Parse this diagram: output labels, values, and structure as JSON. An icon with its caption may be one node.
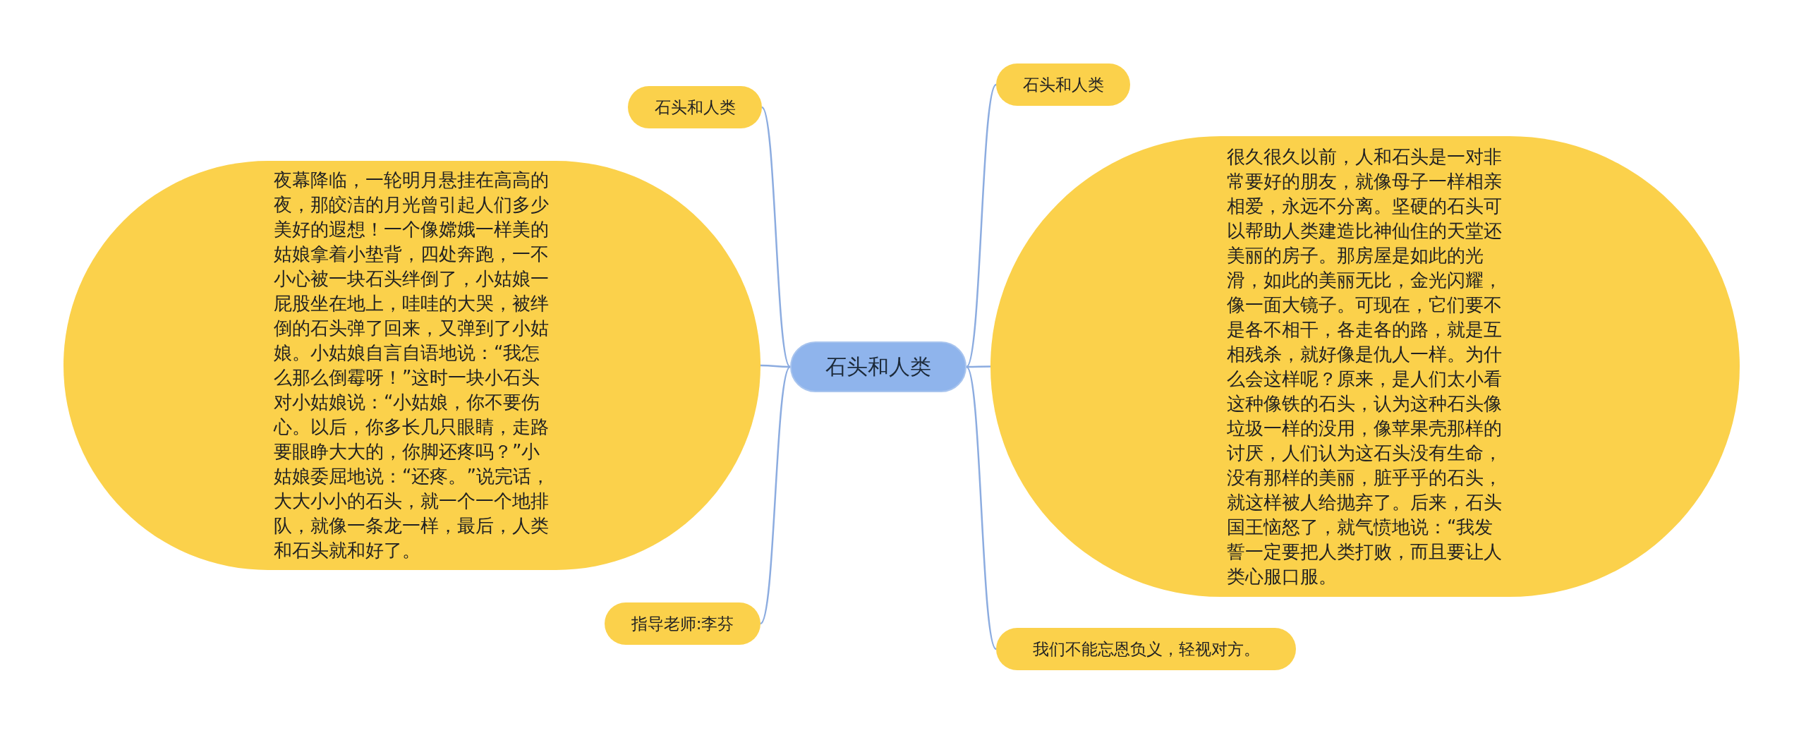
{
  "diagram": {
    "nodes": [
      {
        "text": [
          "石头和人类"
        ]
      },
      {
        "text": [
          "石头和人类"
        ]
      },
      {
        "text": [
          "石头和人类"
        ]
      },
      {
        "text": [
          "夜幕降临，一轮明月悬挂在高高的夜，那皎洁的月光曾引起人们多少美好的遐想！一个像嫦娥一样美的姑娘拿着小垫背，四处奔跑，一不小心被一块石头绊倒了，小姑娘一屁股坐在地上，哇哇的大哭，被绊倒的石头弹了回来，又弹到了小姑娘。小姑娘自言自语地说：“我怎么那么倒霉呀！”这时一块小石头对小姑娘说：“小姑娘，你不要伤心。以后，你多长几只眼睛，走路要眼睁大大的，你脚还疼吗？”小姑娘委屈地说：“还疼。”说完话，大大小小的石头，就一个一个地排队，就像一条龙一样，最后，人类和石头就和好了。"
        ]
      },
      {
        "text": [
          "很久很久以前，人和石头是一对非常要好的朋友，就像母子一样相亲相爱，永远不分离。坚硬的石头可以帮助人类建造比神仙住的天堂还美丽的房子。那房屋是如此的光滑，如此的美丽无比，金光闪耀，像一面大镜子。可现在，它们要不是各不相干，各走各的路，就是互相残杀，就好像是仇人一样。为什么会这样呢？原来，是人们太小看这种像铁的石头，认为这种石头像垃圾一样的没用，像苹果壳那样的讨厌，人们认为这石头没有生命，没有那样的美丽，脏乎乎的石头，就这样被人给抛弃了。后来，石头国王恼怒了，就气愤地说：“我发誓一定要把人类打败，而且要让人类心服口服。"
        ]
      },
      {
        "text": [
          "指导老师:李芬"
        ]
      },
      {
        "text": [
          "我们不能忘恩负义，轻视对方。"
        ]
      }
    ],
    "edges": [
      {
        "from": 0,
        "to": 1,
        "arrow": "none"
      },
      {
        "from": 0,
        "to": 2,
        "arrow": "none"
      },
      {
        "from": 0,
        "to": 3,
        "arrow": "none"
      },
      {
        "from": 0,
        "to": 4,
        "arrow": "none"
      },
      {
        "from": 0,
        "to": 5,
        "arrow": "none"
      },
      {
        "from": 0,
        "to": 6,
        "arrow": "none"
      }
    ]
  }
}
